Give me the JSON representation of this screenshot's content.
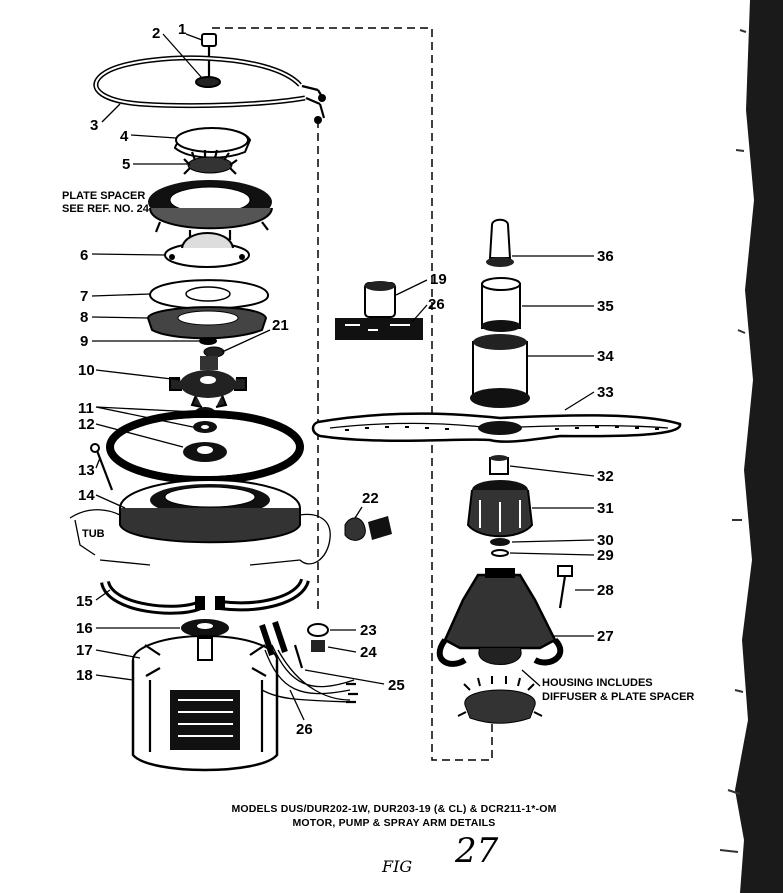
{
  "callouts": [
    "1",
    "2",
    "3",
    "4",
    "5",
    "6",
    "7",
    "8",
    "9",
    "10",
    "11",
    "12",
    "13",
    "14",
    "15",
    "16",
    "17",
    "18",
    "19",
    "21",
    "22",
    "23",
    "24",
    "25",
    "26",
    "27",
    "28",
    "29",
    "30",
    "31",
    "32",
    "33",
    "34",
    "35",
    "36"
  ],
  "notes": {
    "plate_spacer_line1": "PLATE SPACER",
    "plate_spacer_line2": "SEE REF. NO. 24",
    "tub": "TUB",
    "housing_line1": "HOUSING INCLUDES",
    "housing_line2": "DIFFUSER & PLATE SPACER"
  },
  "caption": {
    "line1": "MODELS DUS/DUR202-1W, DUR203-19 (& CL) & DCR211-1*-OM",
    "line2": "MOTOR, PUMP & SPRAY ARM DETAILS"
  },
  "handwriting": {
    "fig": "FIG",
    "page": "27"
  },
  "colors": {
    "ink": "#000000",
    "paper": "#ffffff",
    "scan_edge": "#1a1a1a"
  }
}
